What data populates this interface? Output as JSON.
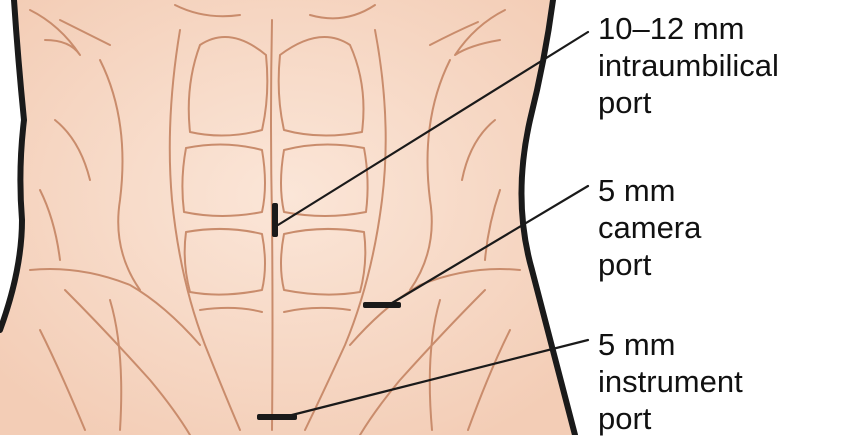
{
  "colors": {
    "skin": "#f8dbc8",
    "anatomy_line": "#c98c6c",
    "outline": "#1a1a1a",
    "leader_line": "#1a1a1a",
    "port_mark": "#1a1a1a"
  },
  "labels": [
    {
      "id": "umbilical",
      "lines": [
        "10–12 mm",
        "intraumbilical",
        "port"
      ]
    },
    {
      "id": "camera",
      "lines": [
        "5 mm",
        "camera",
        "port"
      ]
    },
    {
      "id": "instrument",
      "lines": [
        "5 mm",
        "instrument",
        "port"
      ]
    }
  ]
}
